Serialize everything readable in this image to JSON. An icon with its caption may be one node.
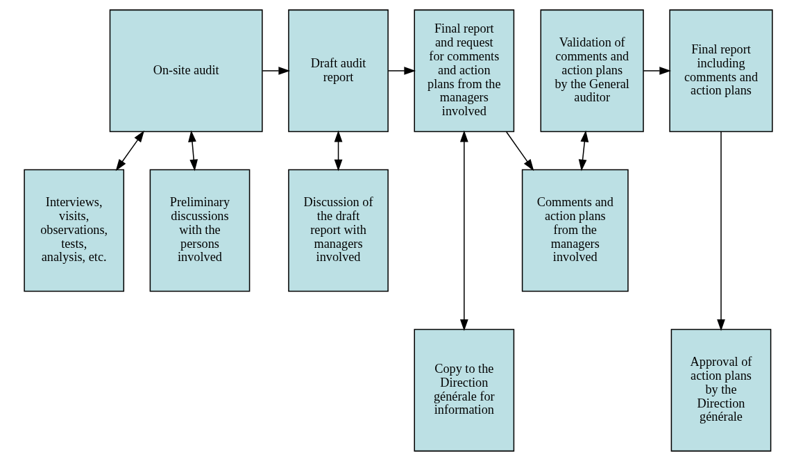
{
  "diagram": {
    "nodes": [
      {
        "text": [
          "On-site audit"
        ]
      },
      {
        "text": [
          "Draft audit report"
        ]
      },
      {
        "text": [
          "Final report and request for comments and action plans from the managers involved"
        ]
      },
      {
        "text": [
          "Validation of comments and action plans by the General auditor"
        ]
      },
      {
        "text": [
          "Final report including comments and action plans"
        ]
      },
      {
        "text": [
          "Interviews, visits, observations, tests, analysis, etc."
        ]
      },
      {
        "text": [
          "Preliminary discussions with the persons involved"
        ]
      },
      {
        "text": [
          "Discussion of the draft report with managers involved"
        ]
      },
      {
        "text": [
          "Comments and action plans from the managers involved"
        ]
      },
      {
        "text": [
          "Copy to the Direction générale for information"
        ]
      },
      {
        "text": [
          "Approval of action plans by the Direction générale"
        ]
      }
    ],
    "edges": [
      {
        "from": 0,
        "to": 1,
        "arrow": "to"
      },
      {
        "from": 1,
        "to": 2,
        "arrow": "to"
      },
      {
        "from": 3,
        "to": 4,
        "arrow": "to"
      },
      {
        "from": 0,
        "to": 5,
        "arrow": "both"
      },
      {
        "from": 0,
        "to": 6,
        "arrow": "both"
      },
      {
        "from": 1,
        "to": 7,
        "arrow": "both"
      },
      {
        "from": 2,
        "to": 9,
        "arrow": "both"
      },
      {
        "from": 2,
        "to": 8,
        "arrow": "to"
      },
      {
        "from": 3,
        "to": 8,
        "arrow": "both"
      },
      {
        "from": 4,
        "to": 10,
        "arrow": "to"
      }
    ]
  }
}
